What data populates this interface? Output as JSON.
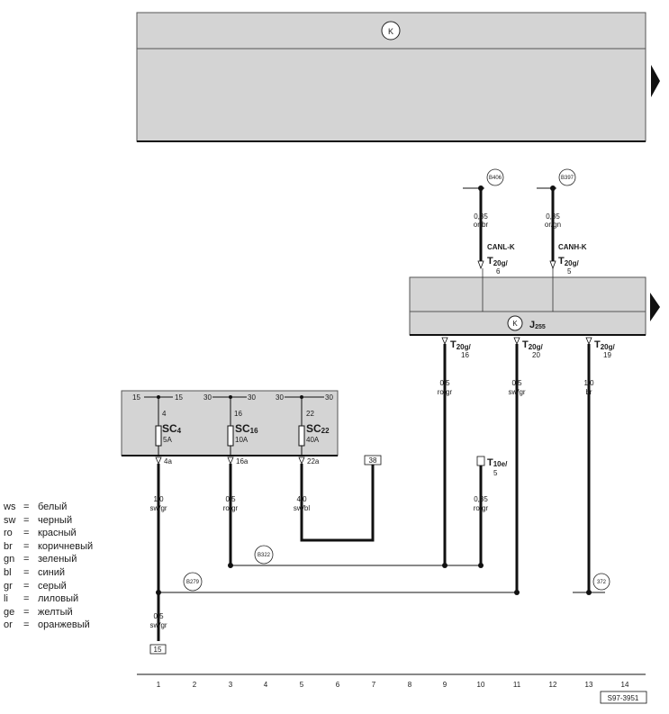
{
  "header": {
    "symbol": "K"
  },
  "fuse_box": {
    "terminals": [
      "15",
      "15",
      "30",
      "30",
      "30",
      "30"
    ],
    "fuses": [
      {
        "name": "SC",
        "num": "4",
        "pin_in": "4",
        "rating": "5A",
        "pin_out": "4a"
      },
      {
        "name": "SC",
        "num": "16",
        "pin_in": "16",
        "rating": "10A",
        "pin_out": "16a"
      },
      {
        "name": "SC",
        "num": "22",
        "pin_in": "22",
        "rating": "40A",
        "pin_out": "22a"
      }
    ]
  },
  "control_unit": {
    "symbol": "K",
    "name": "J",
    "num": "255",
    "top_pins": [
      {
        "conn": "T",
        "sub": "20g/",
        "pin": "6",
        "signal": "CANL-K",
        "wire": "0,35",
        "color": "or/br",
        "ref": "B406"
      },
      {
        "conn": "T",
        "sub": "20g/",
        "pin": "5",
        "signal": "CANH-K",
        "wire": "0,35",
        "color": "or/gn",
        "ref": "B397"
      }
    ],
    "bottom_pins": [
      {
        "conn": "T",
        "sub": "20g/",
        "pin": "16",
        "wire": "0,5",
        "color": "ro/gr"
      },
      {
        "conn": "T",
        "sub": "20g/",
        "pin": "20",
        "wire": "0,5",
        "color": "sw/gr"
      },
      {
        "conn": "T",
        "sub": "20g/",
        "pin": "19",
        "wire": "1,0",
        "color": "br"
      }
    ]
  },
  "wires": {
    "sc4": {
      "size": "1,0",
      "color": "sw/gr"
    },
    "sc16": {
      "size": "0,5",
      "color": "ro/gr"
    },
    "sc22": {
      "size": "4,0",
      "color": "sw/bl"
    },
    "t10e": {
      "size": "0,35",
      "color": "ro/gr"
    },
    "ground": {
      "size": "0,5",
      "color": "sw/gr"
    }
  },
  "connector_t10e": {
    "conn": "T",
    "sub": "10e/",
    "pin": "5"
  },
  "boxes": {
    "ref_38": "38",
    "ref_15": "15"
  },
  "nodes": {
    "b322": "B322",
    "b279": "B279",
    "n372": "372"
  },
  "ruler": [
    "1",
    "2",
    "3",
    "4",
    "5",
    "6",
    "7",
    "8",
    "9",
    "10",
    "11",
    "12",
    "13",
    "14"
  ],
  "doc_code": "S97-3951",
  "legend": [
    {
      "code": "ws",
      "eq": "=",
      "text": "белый"
    },
    {
      "code": "sw",
      "eq": "=",
      "text": "черный"
    },
    {
      "code": "ro",
      "eq": "=",
      "text": "красный"
    },
    {
      "code": "br",
      "eq": "=",
      "text": "коричневый"
    },
    {
      "code": "gn",
      "eq": "=",
      "text": "зеленый"
    },
    {
      "code": "bl",
      "eq": "=",
      "text": "синий"
    },
    {
      "code": "gr",
      "eq": "=",
      "text": "серый"
    },
    {
      "code": "li",
      "eq": "=",
      "text": "лиловый"
    },
    {
      "code": "ge",
      "eq": "=",
      "text": "желтый"
    },
    {
      "code": "or",
      "eq": "=",
      "text": "оранжевый"
    }
  ]
}
